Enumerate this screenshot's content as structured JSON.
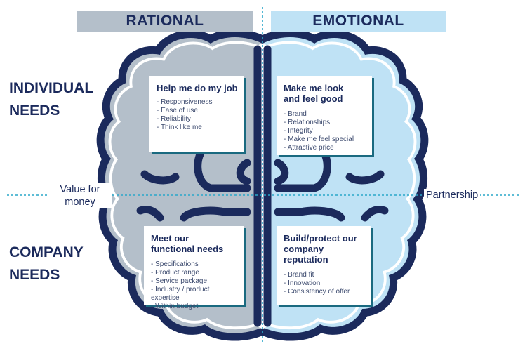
{
  "headers": {
    "rational": "RATIONAL",
    "emotional": "EMOTIONAL"
  },
  "row_labels": {
    "individual": [
      "INDIVIDUAL",
      "NEEDS"
    ],
    "company": [
      "COMPANY",
      "NEEDS"
    ]
  },
  "axis_labels": {
    "left": [
      "Value for",
      "money"
    ],
    "right": "Partnership"
  },
  "colors": {
    "outline": "#1b2a5c",
    "rational_fill": "#b4bfca",
    "emotional_fill": "#bfe2f5",
    "card_shadow": "#1a6a80",
    "dotted_line": "#2aa7c9"
  },
  "cards": {
    "top_left": {
      "title": [
        "Help me do my job"
      ],
      "items": [
        "Responsiveness",
        "Ease of use",
        "Reliability",
        "Think like me"
      ]
    },
    "top_right": {
      "title": [
        "Make me look",
        "and feel good"
      ],
      "items": [
        "Brand",
        "Relationships",
        "Integrity",
        "Make me feel special",
        "Attractive price"
      ]
    },
    "bottom_left": {
      "title": [
        "Meet our",
        "functional needs"
      ],
      "items": [
        "Specifications",
        "Product range",
        "Service package",
        "Industry / product expertise",
        "Within budget"
      ]
    },
    "bottom_right": {
      "title": [
        "Build/protect our",
        "company reputation"
      ],
      "items": [
        "Brand fit",
        "Innovation",
        "Consistency of offer"
      ]
    }
  }
}
